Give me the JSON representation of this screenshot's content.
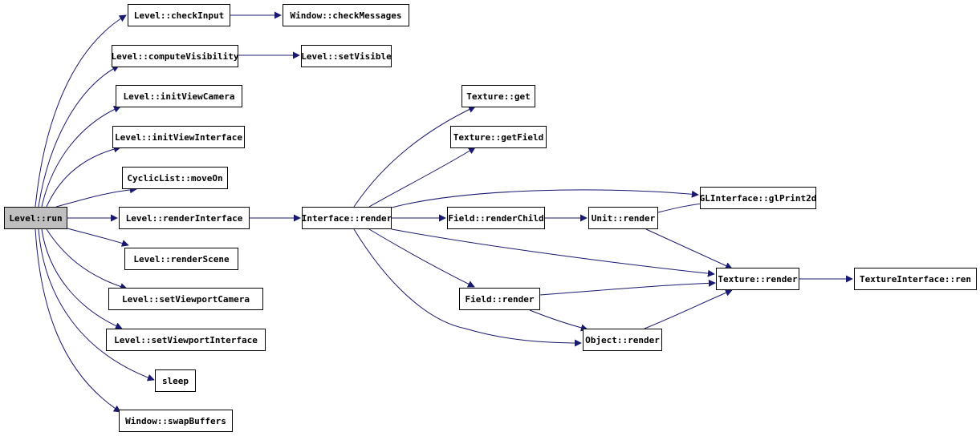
{
  "diagram": {
    "colors": {
      "edge": "#191970",
      "node_border": "#000000",
      "root_fill": "#bfbfbf",
      "node_fill": "#ffffff"
    },
    "nodes": {
      "run": "Level::run",
      "checkInput": "Level::checkInput",
      "checkMessages": "Window::checkMessages",
      "computeVisibility": "Level::computeVisibility",
      "setVisible": "Level::setVisible",
      "initViewCamera": "Level::initViewCamera",
      "initViewInterface": "Level::initViewInterface",
      "moveOn": "CyclicList::moveOn",
      "renderInterface": "Level::renderInterface",
      "renderScene": "Level::renderScene",
      "setViewportCamera": "Level::setViewportCamera",
      "setViewportInterface": "Level::setViewportInterface",
      "sleep": "sleep",
      "swapBuffers": "Window::swapBuffers",
      "interfaceRender": "Interface::render",
      "textureGet": "Texture::get",
      "textureGetField": "Texture::getField",
      "glPrint2d": "GLInterface::glPrint2d",
      "renderChild": "Field::renderChild",
      "unitRender": "Unit::render",
      "textureRender": "Texture::render",
      "textureInterfaceRender": "TextureInterface::ren",
      "fieldRender": "Field::render",
      "objectRender": "Object::render"
    }
  }
}
